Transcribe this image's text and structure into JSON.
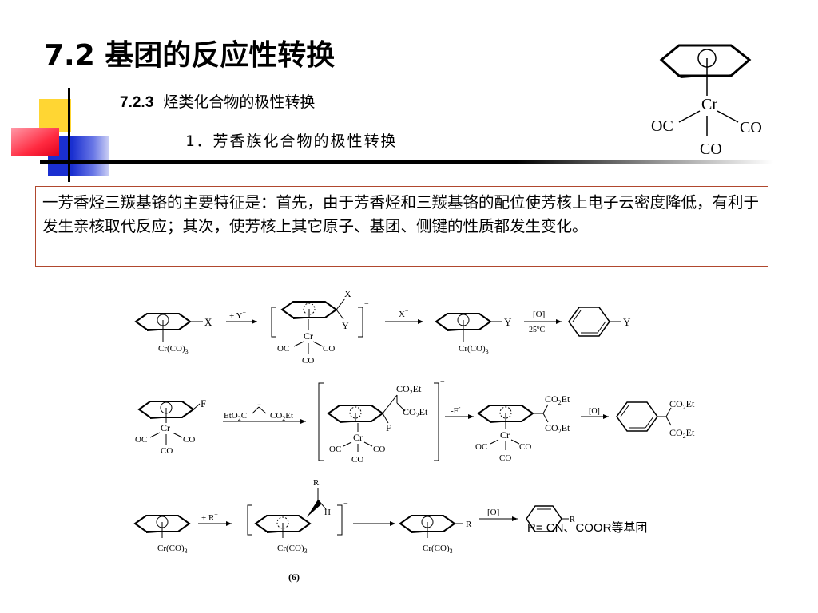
{
  "header": {
    "title": "7.2  基团的反应性转换",
    "section_number": "7.2.3",
    "section_title": "烃类化合物的极性转换",
    "subsection": "1．芳香族化合物的极性转换"
  },
  "complex": {
    "metal": "Cr",
    "ligand_left": "OC",
    "ligand_right": "CO",
    "ligand_bottom": "CO"
  },
  "description": "一芳香烃三羰基铬的主要特征是：首先，由于芳香烃和三羰基铬的配位使芳核上电子云密度降低，有利于发生亲核取代反应；其次，使芳核上其它原子、基团、侧键的性质都发生变化。",
  "scheme": {
    "row1": {
      "sub_x": "X",
      "reagent1": "+ Y",
      "reagent1_sup": "−",
      "label_x": "X",
      "label_y": "Y",
      "charge": "−",
      "reagent2": "− X",
      "reagent2_sup": "−",
      "product_y": "Y",
      "reagent3": "[O]",
      "reagent3_cond": "25",
      "reagent3_unit": "C",
      "final_y": "Y",
      "crco3": "Cr(CO)",
      "crco3_sub": "3"
    },
    "row2": {
      "sub_f": "F",
      "reagent1a": "EtO",
      "reagent1b": "C",
      "reagent1c": "CO",
      "reagent1d": "Et",
      "reagent_minus": "−",
      "co2et": "CO",
      "co2et_sub": "2",
      "co2et_end": "Et",
      "label_f": "F",
      "charge": "−",
      "reagent2": "-F",
      "reagent2_sup": "-",
      "reagent3": "[O]"
    },
    "row3": {
      "reagent1": "+ R",
      "reagent1_sup": "−",
      "label_r": "R",
      "label_h": "H",
      "charge": "−",
      "product_r": "R",
      "reagent3": "[O]",
      "final_r": "R"
    }
  },
  "r_note": "R= CN、COOR等基团",
  "figure_number": "(6)"
}
